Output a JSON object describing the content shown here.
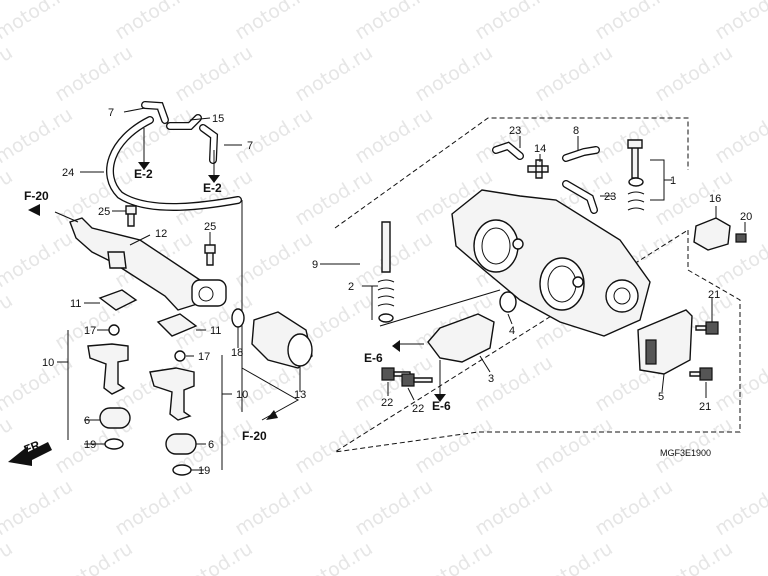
{
  "watermark": "motod.ru",
  "diagram_code": "MGF3E1900",
  "direction_label": "FR.",
  "refs": {
    "f20_top": "F-20",
    "f20_bottom": "F-20",
    "e2_left": "E-2",
    "e2_right": "E-2",
    "e6_left": "E-6",
    "e6_right": "E-6"
  },
  "callouts": {
    "p7a": "7",
    "p15": "15",
    "p7b": "7",
    "p24": "24",
    "p25a": "25",
    "p12": "12",
    "p25b": "25",
    "p11a": "11",
    "p11b": "11",
    "p17a": "17",
    "p17b": "17",
    "p10a": "10",
    "p10b": "10",
    "p6a": "6",
    "p6b": "6",
    "p19a": "19",
    "p19b": "19",
    "p18": "18",
    "p13": "13",
    "p23a": "23",
    "p14": "14",
    "p8": "8",
    "p23b": "23",
    "p1": "1",
    "p16": "16",
    "p20": "20",
    "p9": "9",
    "p2": "2",
    "p4": "4",
    "p3": "3",
    "p21a": "21",
    "p21b": "21",
    "p5": "5",
    "p22a": "22",
    "p22b": "22"
  }
}
